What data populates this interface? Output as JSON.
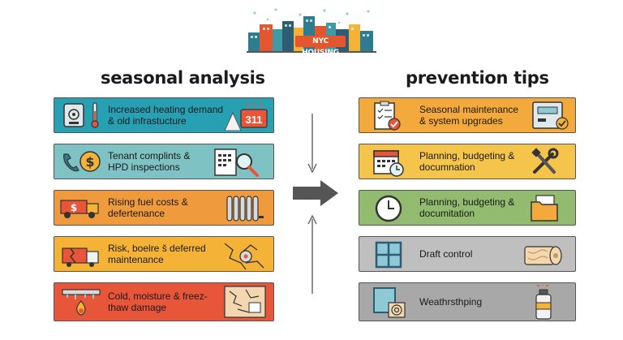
{
  "logo": {
    "text": "NYC HOUSING"
  },
  "left": {
    "title": "seasonal analysis",
    "items": [
      {
        "line1": "Increased heating demand",
        "line2": "& old infrastucture",
        "badge": "311",
        "color": "#27a0b4"
      },
      {
        "line1": "Tenant complints &",
        "line2": "HPD inspections",
        "color": "#7fc2c4"
      },
      {
        "line1": "Rising fuel costs &",
        "line2": "defertenance",
        "color": "#ef9a3d"
      },
      {
        "line1": "Risk, boelre š deferred",
        "line2": "maintenance",
        "color": "#f4b337"
      },
      {
        "line1": "Cold, moisture & freez-",
        "line2": "thaw damage",
        "color": "#e8563a"
      }
    ]
  },
  "right": {
    "title": "prevention tips",
    "items": [
      {
        "line1": "Seasonal maintenance",
        "line2": "& system upgrades",
        "color": "#f3a93b"
      },
      {
        "line1": "Planning, budgeting &",
        "line2": "documnation",
        "color": "#f5c44a"
      },
      {
        "line1": "Planning, budgeting &",
        "line2": "documitation",
        "color": "#92bb6f"
      },
      {
        "line1": "Draft control",
        "line2": "",
        "color": "#bfbfbf"
      },
      {
        "line1": "Weathrsthping",
        "line2": "",
        "color": "#a8a8a8"
      }
    ]
  },
  "colors": {
    "accent": "#e4572e",
    "arrow": "#6b6b6b"
  }
}
